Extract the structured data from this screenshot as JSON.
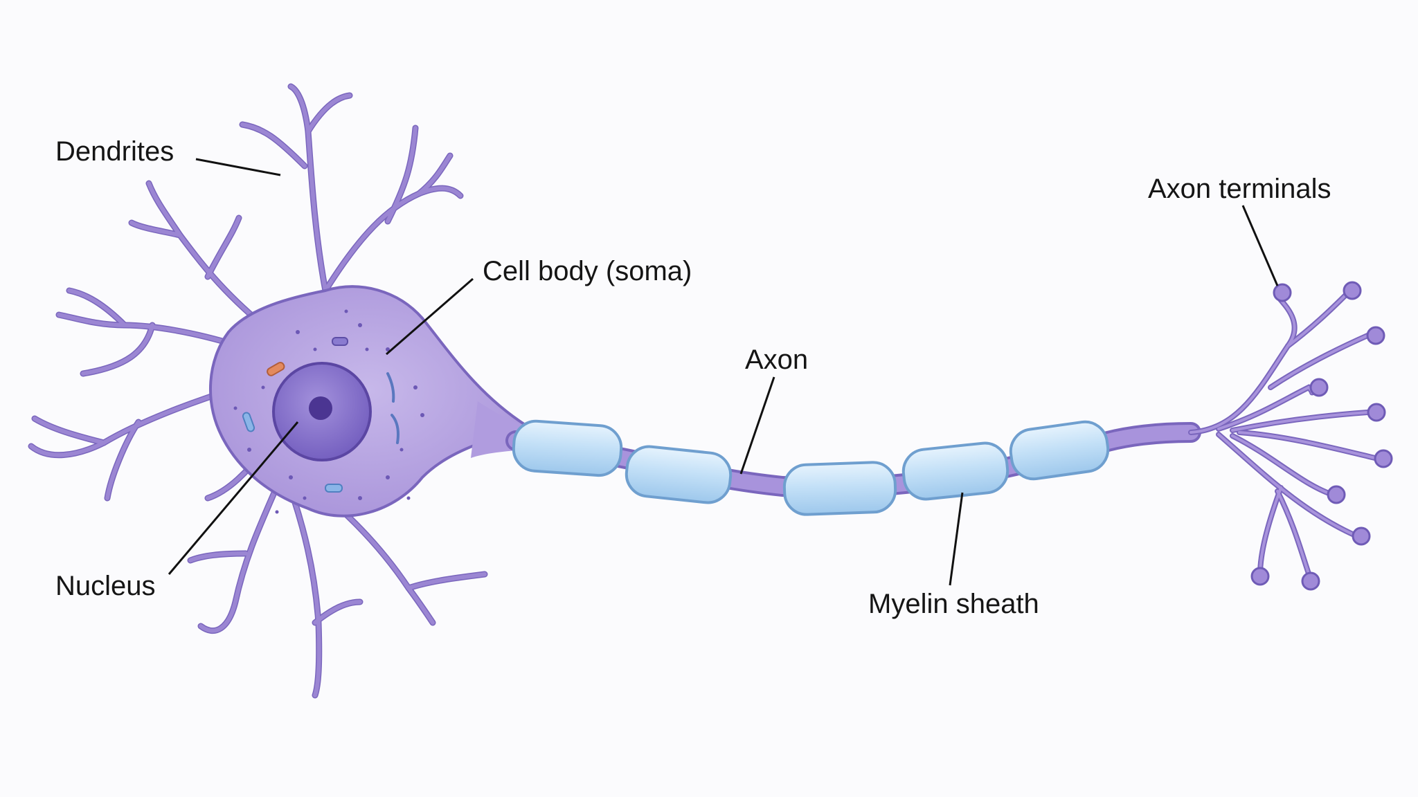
{
  "labels": {
    "dendrites": "Dendrites",
    "cell_body": "Cell body (soma)",
    "axon": "Axon",
    "axon_terminals": "Axon terminals",
    "nucleus": "Nucleus",
    "myelin_sheath": "Myelin sheath"
  },
  "colors": {
    "cell": "#b7a4e0",
    "cell_outline": "#7a66bd",
    "nucleus": "#7d66c6",
    "nucleolus": "#4b3592",
    "myelin": "#bcdcf5",
    "myelin_outline": "#6f9fcf",
    "leader_line": "#111111",
    "text": "#151515"
  }
}
